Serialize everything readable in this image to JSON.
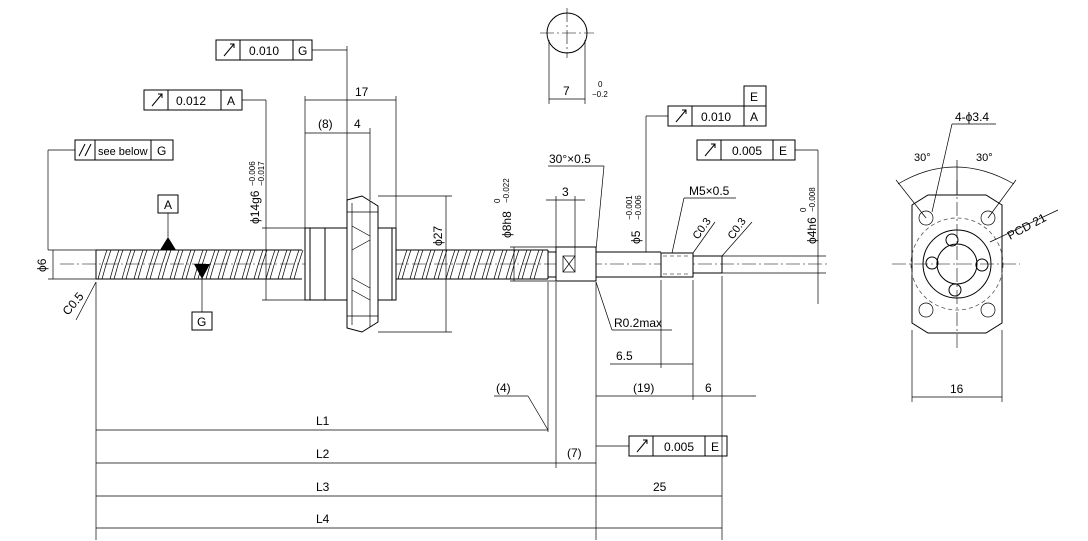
{
  "view_labels": {
    "a_label": "A",
    "g_label": "G",
    "e_label": "E"
  },
  "tolerance_frames": [
    {
      "id": "runout_top",
      "value": "0.010",
      "datum": "G"
    },
    {
      "id": "runout_a",
      "value": "0.012",
      "datum": "A"
    },
    {
      "id": "total_runout",
      "value": "see below",
      "datum": "G"
    },
    {
      "id": "runout_e_top_value",
      "value": "0.010",
      "datum": "A",
      "extra": "E"
    },
    {
      "id": "runout_right",
      "value": "0.005",
      "datum": "E"
    },
    {
      "id": "runout_bottom",
      "value": "0.005",
      "datum": "E"
    }
  ],
  "dimensions": {
    "d17": "17",
    "d8": "(8)",
    "d4": "4",
    "d14": "ϕ14g6",
    "d14_tol_upper": "−0.006",
    "d14_tol_lower": "−0.017",
    "d27": "ϕ27",
    "d6": "ϕ6",
    "c05": "C0.5",
    "d8h8": "ϕ8h8",
    "d8h8_tol_upper": "0",
    "d8h8_tol_lower": "−0.022",
    "d3": "3",
    "chamfer30": "30°×0.5",
    "d5": "ϕ5",
    "d5_tol_upper": "−0.001",
    "d5_tol_lower": "−0.006",
    "m5": "M5×0.5",
    "c03a": "C0.3",
    "c03b": "C0.3",
    "d4h6": "ϕ4h6",
    "d4h6_tol_upper": "0",
    "d4h6_tol_lower": "−0.008",
    "r02": "R0.2max",
    "d65": "6.5",
    "d19": "(19)",
    "d6len": "6",
    "d4paren": "(4)",
    "d7paren": "(7)",
    "d25": "25",
    "L1": "L1",
    "L2": "L2",
    "L3": "L3",
    "L4": "L4",
    "flat7": "7",
    "flat7_tol_upper": "0",
    "flat7_tol_lower": "−0.2",
    "holes": "4-ϕ3.4",
    "ang30a": "30°",
    "ang30b": "30°",
    "pcd": "PCD 21",
    "d16": "16"
  }
}
